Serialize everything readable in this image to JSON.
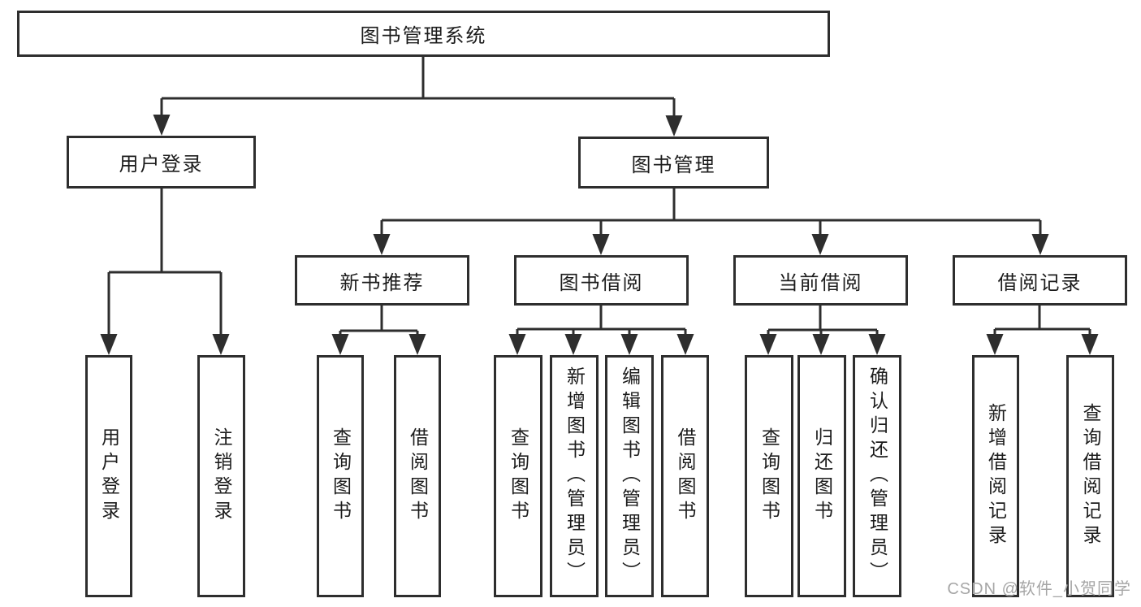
{
  "root_label": "图书管理系统",
  "level2": {
    "user_login": "用户登录",
    "book_mgmt": "图书管理"
  },
  "level3": {
    "new_books": "新书推荐",
    "book_borrow": "图书借阅",
    "current_borrow": "当前借阅",
    "borrow_records": "借阅记录"
  },
  "leaves": {
    "user_login": [
      "用户登录",
      "注销登录"
    ],
    "new_books": [
      "查询图书",
      "借阅图书"
    ],
    "book_borrow": [
      "查询图书",
      "新增图书（管理员）",
      "编辑图书（管理员）",
      "借阅图书"
    ],
    "current_borrow": [
      "查询图书",
      "归还图书",
      "确认归还（管理员）"
    ],
    "borrow_records": [
      "新增借阅记录",
      "查询借阅记录"
    ]
  },
  "watermark": "CSDN @软件_小贺同学",
  "colors": {
    "line": "#2e2e2e",
    "box_border": "#2e2e2e",
    "text": "#1c1c1c",
    "background": "#ffffff",
    "watermark": "#a6a6a6"
  }
}
